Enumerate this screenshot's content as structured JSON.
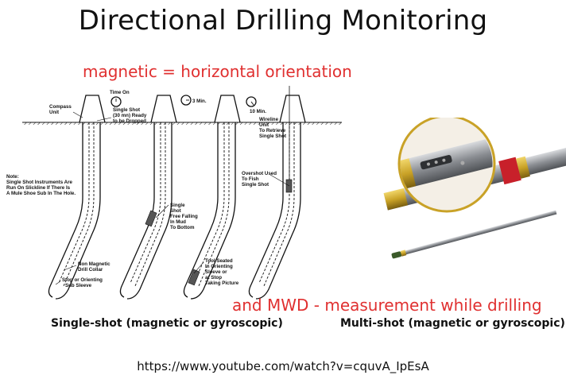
{
  "slide": {
    "title": "Directional Drilling Monitoring",
    "magnetic_note": "magnetic = horizontal orientation",
    "mwd_note": "and MWD - measurement while drilling",
    "single_shot_caption": "Single-shot (magnetic or gyroscopic)",
    "multi_shot_caption": "Multi-shot (magnetic or gyroscopic)",
    "video_url": "https://www.youtube.com/watch?v=cquvA_IpEsA"
  },
  "diagram_labels": {
    "time_on": "Time On",
    "three_min": "3 Min.",
    "ten_min": "10 Min.",
    "compass_unit": [
      "Compass",
      "Unit"
    ],
    "single_shot_ready": [
      "Single Shot",
      "(30 mn) Ready",
      "to be Dropped"
    ],
    "wireline_unit": [
      "Wireline",
      "Unit",
      "To Retrieve",
      "Single Shot"
    ],
    "note": [
      "Note:",
      "Single Shot Instruments Are",
      "Run On Slickline If There Is",
      "A Mule Shoe Sub In The Hole."
    ],
    "overshot": [
      "Overshot Used",
      "To Fish",
      "Single Shot"
    ],
    "free_falling": [
      "Single",
      "Shot",
      "Free Falling",
      "In Mud",
      "To Bottom"
    ],
    "non_magnetic": [
      "Non Magnetic",
      "Drill Collar"
    ],
    "stop_sleeve": [
      "Stop or Orienting",
      "Sub Sleeve"
    ],
    "tool_seated": [
      "Tool Seated",
      "In Orienting",
      "Sleeve or",
      "at Stop",
      "Taking Picture"
    ]
  },
  "colors": {
    "red_text": "#e03030",
    "brass": "#c9a227",
    "steel": "#8a8d92",
    "red_band": "#c8202a",
    "tip_green": "#3b5a2a"
  }
}
